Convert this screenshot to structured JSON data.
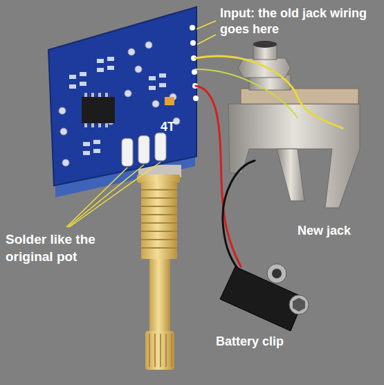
{
  "diagram": {
    "labels": [
      "Input: the old jack wiring goes here",
      "Solder like the original pot",
      "New jack",
      "Battery clip",
      "4T"
    ]
  }
}
